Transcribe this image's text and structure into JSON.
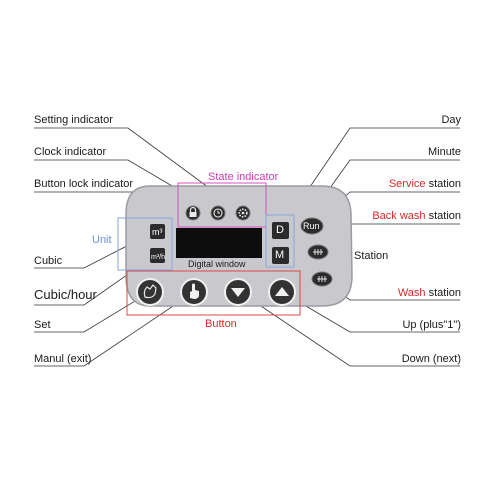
{
  "colors": {
    "panel": "#c9c9cd",
    "panel_edge": "#9b9ba2",
    "state_box": "#d84fbf",
    "unit_box": "#86a6dd",
    "button_box": "#d94848",
    "red_text": "#d42a2a"
  },
  "labels_left": {
    "setting_indicator": "Setting indicator",
    "clock_indicator": "Clock  indicator",
    "button_lock_indicator": "Button lock  indicator",
    "cubic": "Cubic",
    "cubic_hour": "Cubic/hour",
    "set": "Set",
    "manul_exit": "Manul (exit)"
  },
  "labels_right": {
    "day": "Day",
    "minute": "Minute",
    "service_station_red": "Service",
    "service_station_rest": " station",
    "backwash_station_red": "Back wash",
    "backwash_station_rest": " station",
    "station": "Station",
    "wash_station_red": "Wash",
    "wash_station_rest": " station",
    "up_plus1": "Up  (plus\"1\")",
    "down_next": "Down  (next)"
  },
  "box_labels": {
    "state_indicator": "State  indicator",
    "unit": "Unit",
    "button": "Button"
  },
  "panel": {
    "digital_window": "Digital  window",
    "key_d": "D",
    "key_m": "M",
    "key_run": "Run",
    "unit_m3": "m³",
    "unit_m3h": "m³/h"
  },
  "icons": [
    "lock-icon",
    "clock-icon",
    "setting-icon",
    "hand-set-icon",
    "hand-manual-icon",
    "down-arrow-icon",
    "up-arrow-icon",
    "service-icon",
    "backwash-icon",
    "wash-icon"
  ]
}
